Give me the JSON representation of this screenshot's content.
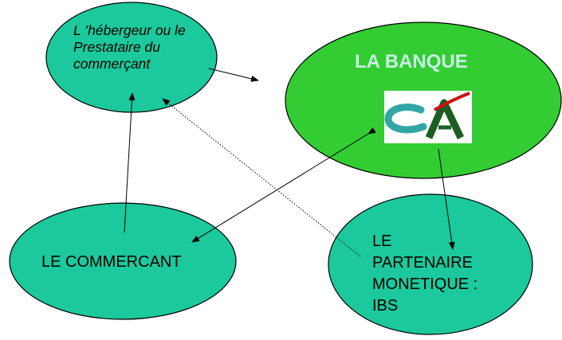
{
  "diagram": {
    "nodes": {
      "hebergeur": {
        "lines": [
          "L ’hébergeur ou le",
          "Prestataire du",
          "commerçant"
        ]
      },
      "banque": {
        "title": "LA BANQUE",
        "logo": "credit-agricole-ca-logo"
      },
      "commercant": {
        "label": "LE COMMERCANT"
      },
      "partenaire": {
        "lines": [
          "LE",
          "PARTENAIRE",
          "MONETIQUE :",
          "IBS"
        ]
      }
    },
    "colors": {
      "ellipse_teal": "#1cc99c",
      "ellipse_green": "#33cc33",
      "banque_text": "#c9f0e4",
      "logo_teal": "#33a6a6",
      "logo_green": "#1b5e20",
      "logo_red": "#cc1111"
    }
  }
}
